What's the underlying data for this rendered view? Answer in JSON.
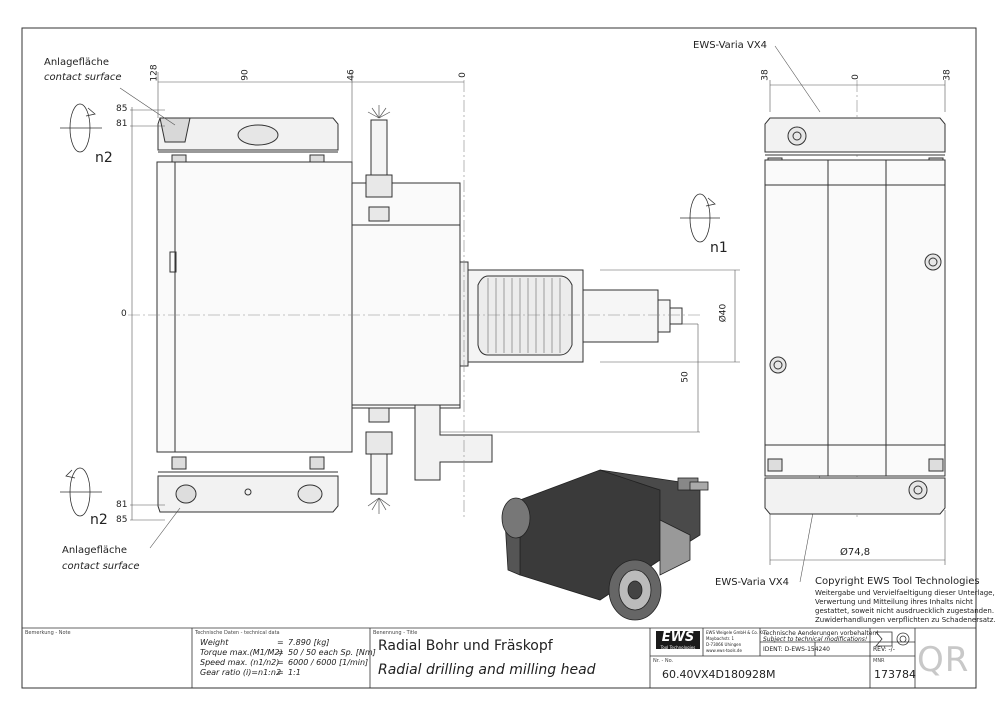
{
  "annotations": {
    "contact_top_de": "Anlagefläche",
    "contact_top_en": "contact surface",
    "contact_bottom_de": "Anlagefläche",
    "contact_bottom_en": "contact surface",
    "n2_top": "n2",
    "n2_bottom": "n2",
    "n1": "n1",
    "ews_varia_top": "EWS-Varia VX4",
    "ews_varia_bottom": "EWS-Varia VX4"
  },
  "dimensions": {
    "d128": "128",
    "d90": "90",
    "d46": "46",
    "d0_top": "0",
    "d0_left": "0",
    "d85_top": "85",
    "d81_top": "81",
    "d81_bottom": "81",
    "d85_bottom": "85",
    "d40": "Ø40",
    "d50": "50",
    "d38_left": "38",
    "d0_right": "0",
    "d38_right": "38",
    "d74_8": "Ø74,8"
  },
  "copyright": {
    "line1": "Copyright EWS Tool Technologies",
    "line2": "Weitergabe und Vervielfaeltigung dieser Unterlage,",
    "line3": "Verwertung und Mitteilung ihres Inhalts nicht",
    "line4": "gestattet, soweit nicht ausdruecklich zugestanden.",
    "line5": "Zuwiderhandlungen verpflichten zu Schadenersatz."
  },
  "title_block": {
    "note_label": "Bemerkung - Note",
    "tech_label": "Technische Daten - technical data",
    "weight_label": "Weight",
    "weight_eq": "=",
    "weight_val": "7.890 [kg]",
    "torque_label": "Torque max.(M1/M2)",
    "torque_eq": "=",
    "torque_val": "50 / 50 each Sp. [Nm]",
    "speed_label": "Speed max. (n1/n2)",
    "speed_eq": "=",
    "speed_val": "6000 / 6000 [1/min]",
    "ratio_label": "Gear ratio  (i)=n1:n2",
    "ratio_eq": "=",
    "ratio_val": "1:1",
    "name_label": "Benennung - Title",
    "title_de": "Radial Bohr und Fräskopf",
    "title_en": "Radial drilling and milling head",
    "logo": "EWS",
    "logo_sub": "Tool Technologies",
    "company_line1": "EWS Weigele GmbH & Co. KG",
    "company_line2": "Maybachstr. 1",
    "company_line3": "D-73066 Uhingen",
    "company_line4": "www.ews-tools.de",
    "change_de": "Technische Aenderungen vorbehalten!",
    "change_en": "Subject to technical modifications!",
    "ident": "IDENT: D-EWS-154240",
    "rev": "REV: -/-",
    "nr_label": "Nr. - No.",
    "part_no": "60.40VX4D180928M",
    "mnr_label": "MNR",
    "mnr": "173784",
    "qr": "QR"
  }
}
